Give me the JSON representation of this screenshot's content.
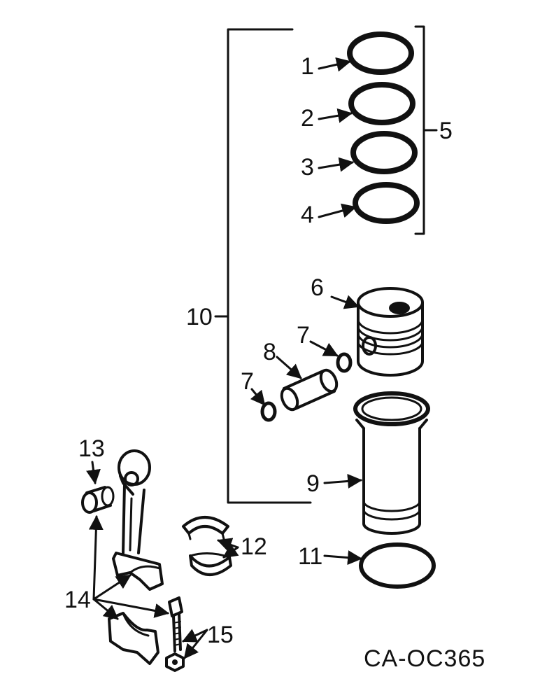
{
  "callouts": {
    "c1": "1",
    "c2": "2",
    "c3": "3",
    "c4": "4",
    "c5": "5",
    "c6": "6",
    "c7a": "7",
    "c7b": "7",
    "c8": "8",
    "c9": "9",
    "c10": "10",
    "c11": "11",
    "c12": "12",
    "c13": "13",
    "c14": "14",
    "c15": "15"
  },
  "reference_code": "CA-OC365"
}
